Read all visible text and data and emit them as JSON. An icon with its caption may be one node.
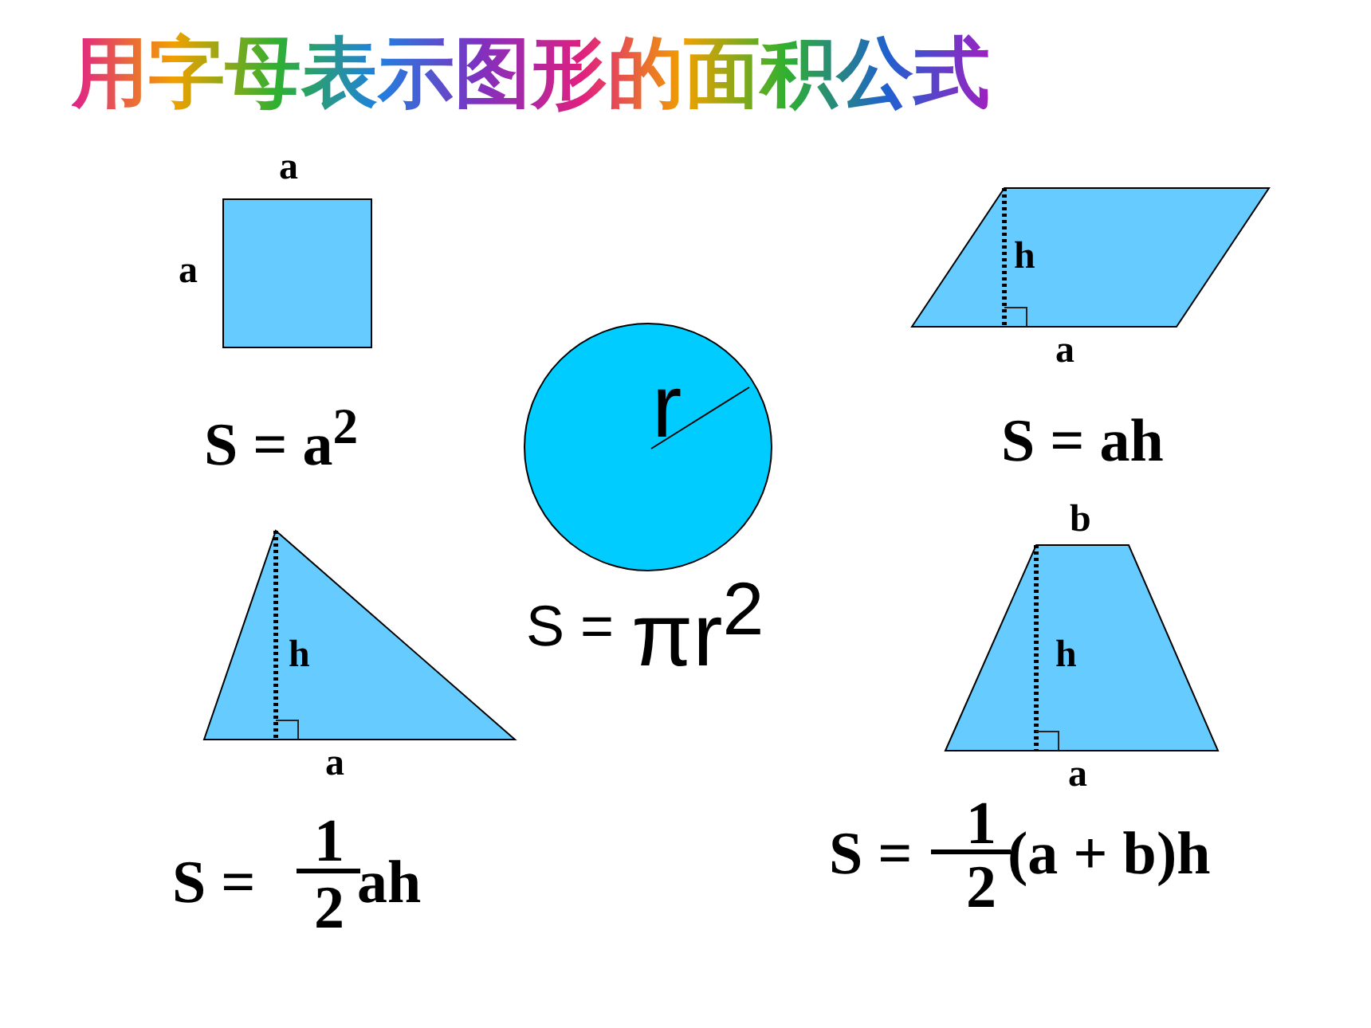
{
  "diagram": {
    "title": "用字母表示图形的面积公式",
    "nodes": [
      {
        "text": [],
        "shape": "box",
        "beside": [
          "a",
          "a",
          "S = a$^{2}$"
        ]
      },
      {
        "text": [
          "r"
        ],
        "beside": [
          "S =",
          "πr$^{2}$"
        ]
      },
      {
        "text": [
          "h"
        ],
        "beside": [
          "a",
          "S = ah"
        ]
      },
      {
        "text": [
          "h"
        ],
        "beside": [
          "a",
          "S =",
          "1",
          "2",
          "ah"
        ]
      },
      {
        "text": [
          "h"
        ],
        "beside": [
          "b",
          "a",
          "S =",
          "1",
          "2",
          "(a + b)h"
        ]
      }
    ],
    "edges": []
  }
}
